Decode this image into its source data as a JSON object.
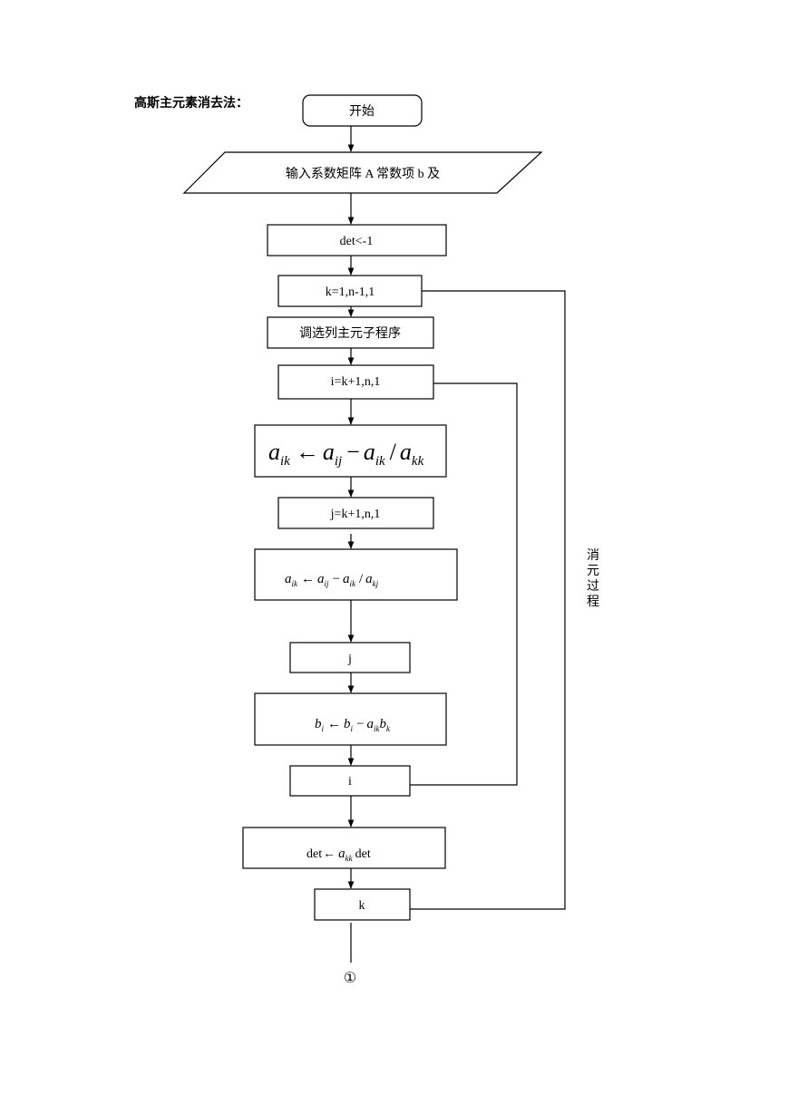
{
  "title": "高斯主元素消去法：",
  "nodes": {
    "start": "开始",
    "input": "输入系数矩阵 A 常数项 b 及",
    "det_init": "det<-1",
    "loop_k": "k=1,n-1,1",
    "pivot": "调选列主元子程序",
    "loop_i": "i=k+1,n,1",
    "formula1": {
      "a": "a",
      "sub1": "ik",
      "arrow": "←",
      "a2": "a",
      "sub2": "ij",
      "minus": "−",
      "a3": "a",
      "sub3": "ik",
      "slash": "/",
      "a4": "a",
      "sub4": "kk"
    },
    "loop_j": "j=k+1,n,1",
    "formula2": {
      "a": "a",
      "sub1": "ik",
      "arrow": "←",
      "a2": "a",
      "sub2": "ij",
      "minus": "−",
      "a3": "a",
      "sub3": "ik",
      "slash": "/",
      "a4": "a",
      "sub4": "kj"
    },
    "end_j": "j",
    "formula3": {
      "b": "b",
      "sub1": "i",
      "arrow": "←",
      "b2": "b",
      "sub2": "i",
      "minus": "−",
      "a": "a",
      "sub3": "ik",
      "b3": "b",
      "sub4": "k"
    },
    "end_i": "i",
    "det_update": {
      "pre": "det",
      "arrow": "←",
      "a": "a",
      "sub": "kk",
      "post": "det"
    },
    "end_k": "k",
    "connector": "①"
  },
  "side_label": [
    "消",
    "元",
    "过",
    "程"
  ]
}
